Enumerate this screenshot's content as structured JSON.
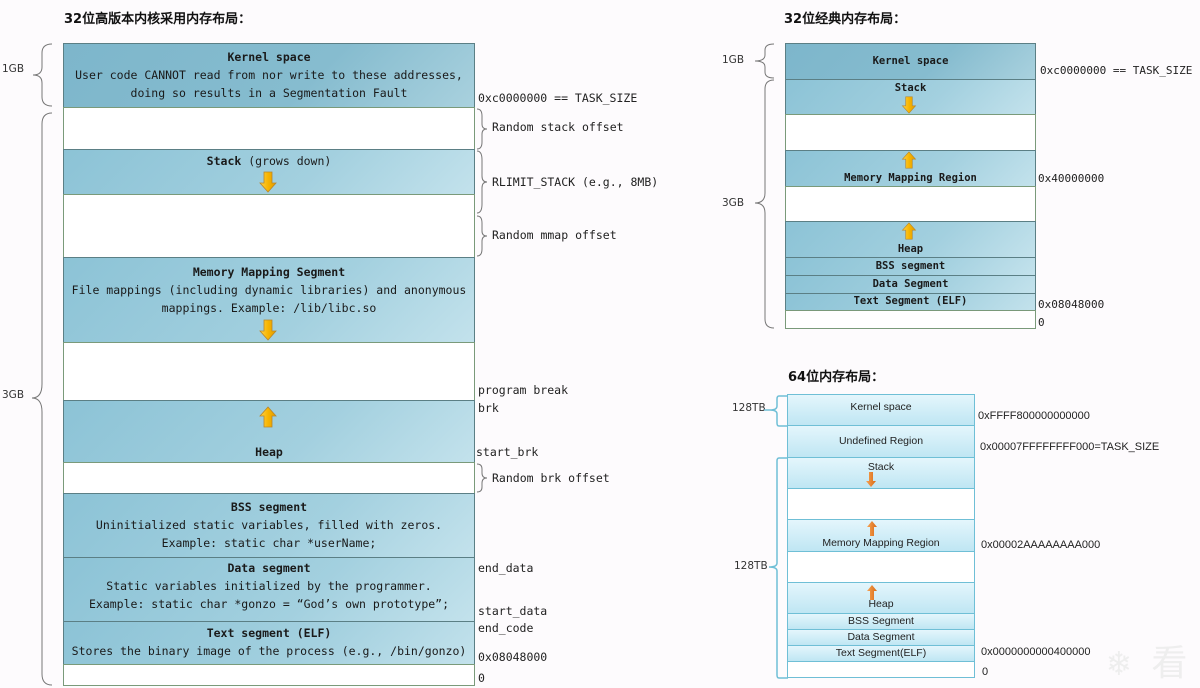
{
  "left": {
    "title": "32位高版本内核采用内存布局：",
    "sizes": {
      "kernel": "1GB",
      "user": "3GB"
    },
    "segments": {
      "kernel_title": "Kernel space",
      "kernel_desc1": "User code CANNOT read from nor write to these addresses,",
      "kernel_desc2": "doing so results in a Segmentation Fault",
      "stack_title": "Stack",
      "stack_note": "(grows down)",
      "mmap_title": "Memory Mapping Segment",
      "mmap_desc1": "File mappings (including dynamic libraries) and anonymous",
      "mmap_desc2": "mappings. Example: /lib/libc.so",
      "heap_title": "Heap",
      "bss_title": "BSS segment",
      "bss_desc1": "Uninitialized static variables, filled with zeros.",
      "bss_desc2": "Example: static char *userName;",
      "data_title": "Data segment",
      "data_desc1": "Static variables initialized by the programmer.",
      "data_desc2": "Example: static char *gonzo = “God’s own prototype”;",
      "text_title": "Text segment (ELF)",
      "text_desc": "Stores the binary image of the process (e.g., /bin/gonzo)"
    },
    "labels": {
      "task_size": "0xc0000000 == TASK_SIZE",
      "rand_stack": "Random stack offset",
      "rlimit": "RLIMIT_STACK (e.g., 8MB)",
      "rand_mmap": "Random mmap offset",
      "program_break": "program break",
      "brk": "brk",
      "start_brk": "start_brk",
      "rand_brk": "Random brk offset",
      "end_data": "end_data",
      "start_data": "start_data",
      "end_code": "end_code",
      "text_addr": "0x08048000",
      "zero": "0"
    }
  },
  "classic": {
    "title": "32位经典内存布局：",
    "sizes": {
      "kernel": "1GB",
      "user": "3GB"
    },
    "segments": {
      "kernel": "Kernel space",
      "stack": "Stack",
      "mmap": "Memory Mapping Region",
      "heap": "Heap",
      "bss": "BSS segment",
      "data": "Data Segment",
      "text": "Text Segment (ELF)"
    },
    "labels": {
      "task_size": "0xc0000000 == TASK_SIZE",
      "mmap_addr": "0x40000000",
      "text_addr": "0x08048000",
      "zero": "0"
    }
  },
  "x64": {
    "title": "64位内存布局：",
    "sizes": {
      "kernel": "128TB",
      "user": "128TB"
    },
    "segments": {
      "kernel": "Kernel space",
      "undefined": "Undefined Region",
      "stack": "Stack",
      "mmap": "Memory Mapping Region",
      "heap": "Heap",
      "bss": "BSS Segment",
      "data": "Data Segment",
      "text": "Text Segment(ELF)"
    },
    "labels": {
      "kernel_addr": "0xFFFF800000000000",
      "task_size": "0x00007FFFFFFFF000=TASK_SIZE",
      "mmap_addr": "0x00002AAAAAAAA000",
      "text_addr": "0x0000000000400000",
      "zero": "0"
    }
  },
  "colors": {
    "segment_blue": "#8cc3d6",
    "kernel_blue": "#7db6cb",
    "arrow_yellow": "#f5b800",
    "arrow_orange": "#e9822a",
    "segment64_blue": "#c8eaf5"
  },
  "watermark": {
    "icon": "snowflake-icon",
    "text": "看"
  }
}
